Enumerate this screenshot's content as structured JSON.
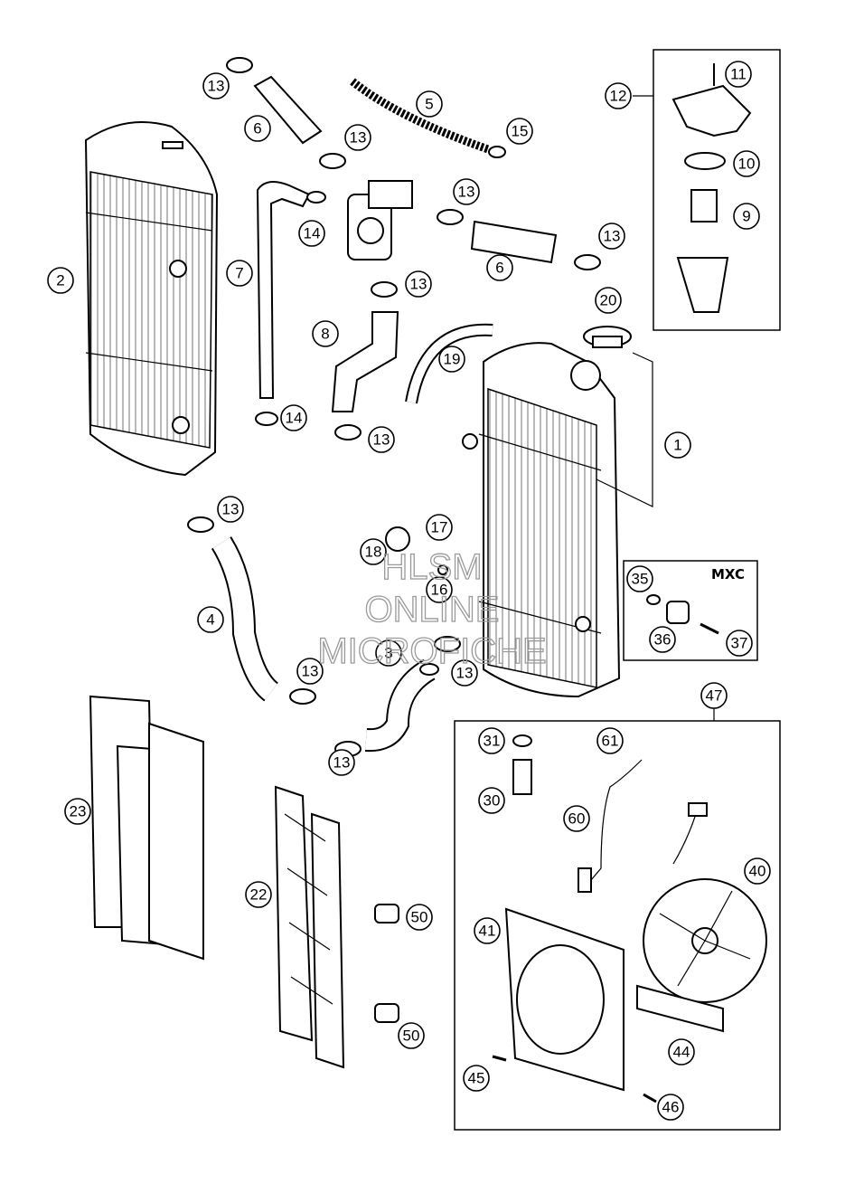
{
  "watermark": {
    "line1": "HLSM",
    "line2": "ONLINE",
    "line3": "MICROFICHE"
  },
  "box_mxc": {
    "label": "MXC"
  },
  "callouts": [
    {
      "id": "c1",
      "label": "1"
    },
    {
      "id": "c2",
      "label": "2"
    },
    {
      "id": "c3",
      "label": "3"
    },
    {
      "id": "c4",
      "label": "4"
    },
    {
      "id": "c5",
      "label": "5"
    },
    {
      "id": "c6a",
      "label": "6"
    },
    {
      "id": "c6b",
      "label": "6"
    },
    {
      "id": "c7",
      "label": "7"
    },
    {
      "id": "c8",
      "label": "8"
    },
    {
      "id": "c9",
      "label": "9"
    },
    {
      "id": "c10",
      "label": "10"
    },
    {
      "id": "c11",
      "label": "11"
    },
    {
      "id": "c12",
      "label": "12"
    },
    {
      "id": "c13a",
      "label": "13"
    },
    {
      "id": "c13b",
      "label": "13"
    },
    {
      "id": "c13c",
      "label": "13"
    },
    {
      "id": "c13d",
      "label": "13"
    },
    {
      "id": "c13e",
      "label": "13"
    },
    {
      "id": "c13f",
      "label": "13"
    },
    {
      "id": "c13g",
      "label": "13"
    },
    {
      "id": "c13h",
      "label": "13"
    },
    {
      "id": "c13i",
      "label": "13"
    },
    {
      "id": "c13j",
      "label": "13"
    },
    {
      "id": "c14a",
      "label": "14"
    },
    {
      "id": "c14b",
      "label": "14"
    },
    {
      "id": "c15",
      "label": "15"
    },
    {
      "id": "c16",
      "label": "16"
    },
    {
      "id": "c17",
      "label": "17"
    },
    {
      "id": "c18",
      "label": "18"
    },
    {
      "id": "c19",
      "label": "19"
    },
    {
      "id": "c20",
      "label": "20"
    },
    {
      "id": "c22",
      "label": "22"
    },
    {
      "id": "c23",
      "label": "23"
    },
    {
      "id": "c30",
      "label": "30"
    },
    {
      "id": "c31",
      "label": "31"
    },
    {
      "id": "c35",
      "label": "35"
    },
    {
      "id": "c36",
      "label": "36"
    },
    {
      "id": "c37",
      "label": "37"
    },
    {
      "id": "c40",
      "label": "40"
    },
    {
      "id": "c41",
      "label": "41"
    },
    {
      "id": "c44",
      "label": "44"
    },
    {
      "id": "c45",
      "label": "45"
    },
    {
      "id": "c46",
      "label": "46"
    },
    {
      "id": "c47",
      "label": "47"
    },
    {
      "id": "c50a",
      "label": "50"
    },
    {
      "id": "c50b",
      "label": "50"
    },
    {
      "id": "c60",
      "label": "60"
    },
    {
      "id": "c61",
      "label": "61"
    }
  ]
}
